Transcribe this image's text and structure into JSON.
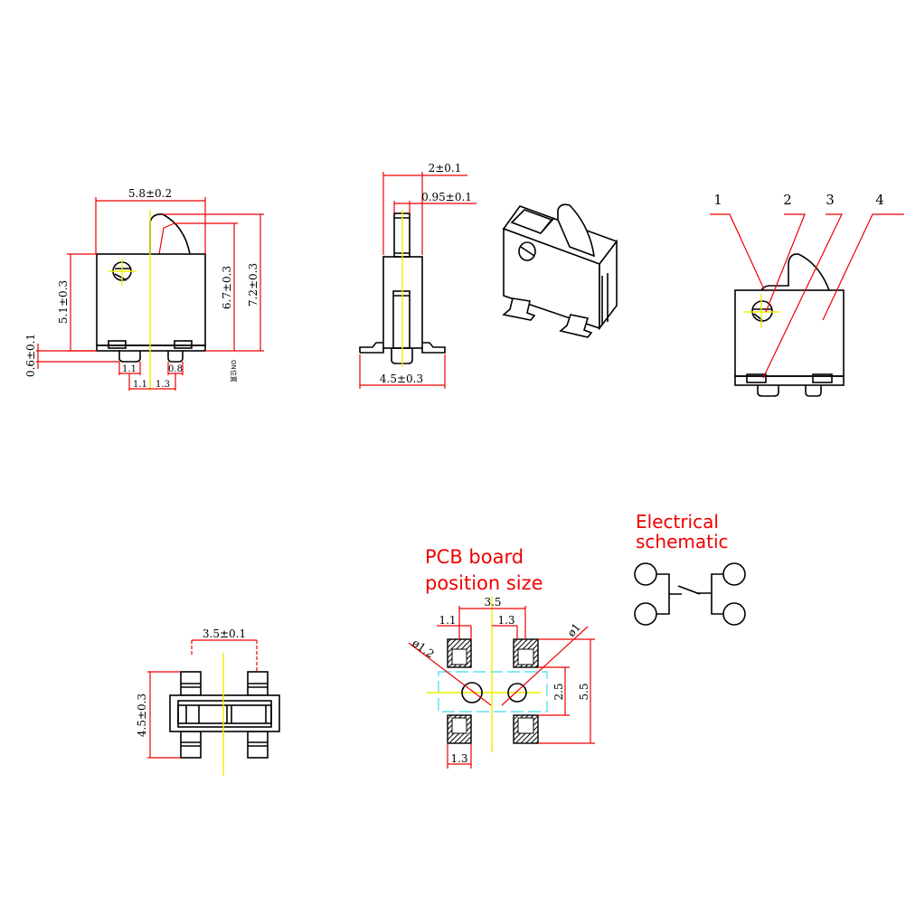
{
  "front_view": {
    "width_dim": "5.8±0.2",
    "total_height_dim": "7.2±0.3",
    "on_height_dim": "6.7±0.3",
    "body_height_dim": "5.1±0.3",
    "pin_height_dim": "0.6±0.1",
    "pin_left_width": "1.1",
    "pin_right_width": "0.8",
    "left_offset": "1.1",
    "right_offset": "1.3",
    "on_position_note": "ON位置"
  },
  "side_view": {
    "top_width_dim": "2±0.1",
    "stem_width_dim": "0.95±0.1",
    "base_width_dim": "4.5±0.3"
  },
  "part_labels": [
    "1",
    "2",
    "3",
    "4"
  ],
  "bottom_view": {
    "pin_pitch_dim": "3.5±0.1",
    "length_dim": "4.5±0.3"
  },
  "pcb": {
    "title_line1": "PCB board",
    "title_line2": "position size",
    "pitch": "3.5",
    "left_offset": "1.1",
    "right_offset": "1.3",
    "pad_width": "1.3",
    "inner_spacing": "2.5",
    "outer_spacing": "5.5",
    "hole_large": "ø1.2",
    "hole_small": "ø1"
  },
  "schematic": {
    "title_line1": "Electrical",
    "title_line2": "schematic"
  },
  "colors": {
    "dimension": "#e00000",
    "centerline": "#eeee00",
    "outline": "#000000",
    "title": "#e00000"
  }
}
